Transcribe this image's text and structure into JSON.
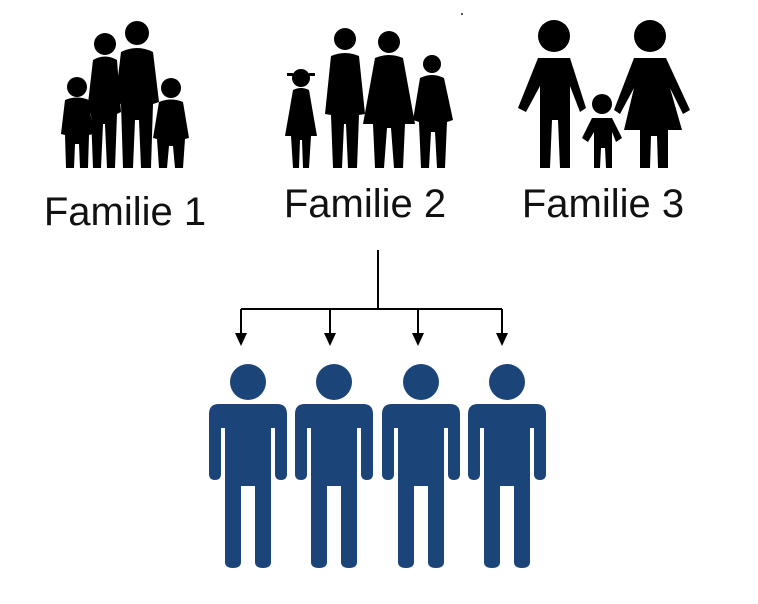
{
  "families": [
    {
      "id": "family-1",
      "label": "Familie 1",
      "icon": "family-group-icon"
    },
    {
      "id": "family-2",
      "label": "Familie 2",
      "icon": "family-with-children-icon"
    },
    {
      "id": "family-3",
      "label": "Familie 3",
      "icon": "parents-with-child-icon"
    }
  ],
  "members": [
    {
      "icon": "person-icon"
    },
    {
      "icon": "person-icon"
    },
    {
      "icon": "person-icon"
    },
    {
      "icon": "person-icon"
    }
  ],
  "colors": {
    "family_icon": "#000000",
    "person_icon": "#1b4479",
    "connector": "#000000",
    "background": "#ffffff"
  }
}
